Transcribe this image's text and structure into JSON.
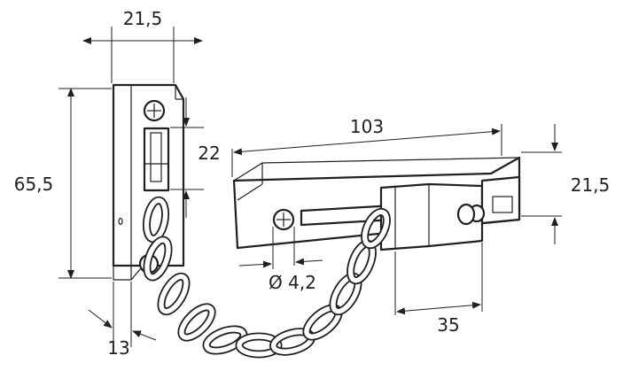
{
  "dimensions": {
    "plate_width": "21,5",
    "plate_height": "65,5",
    "plate_depth": "13",
    "slot_offset": "22",
    "rail_length": "103",
    "rail_height": "21,5",
    "screw_hole": "Ø 4,2",
    "slider_length": "35"
  }
}
